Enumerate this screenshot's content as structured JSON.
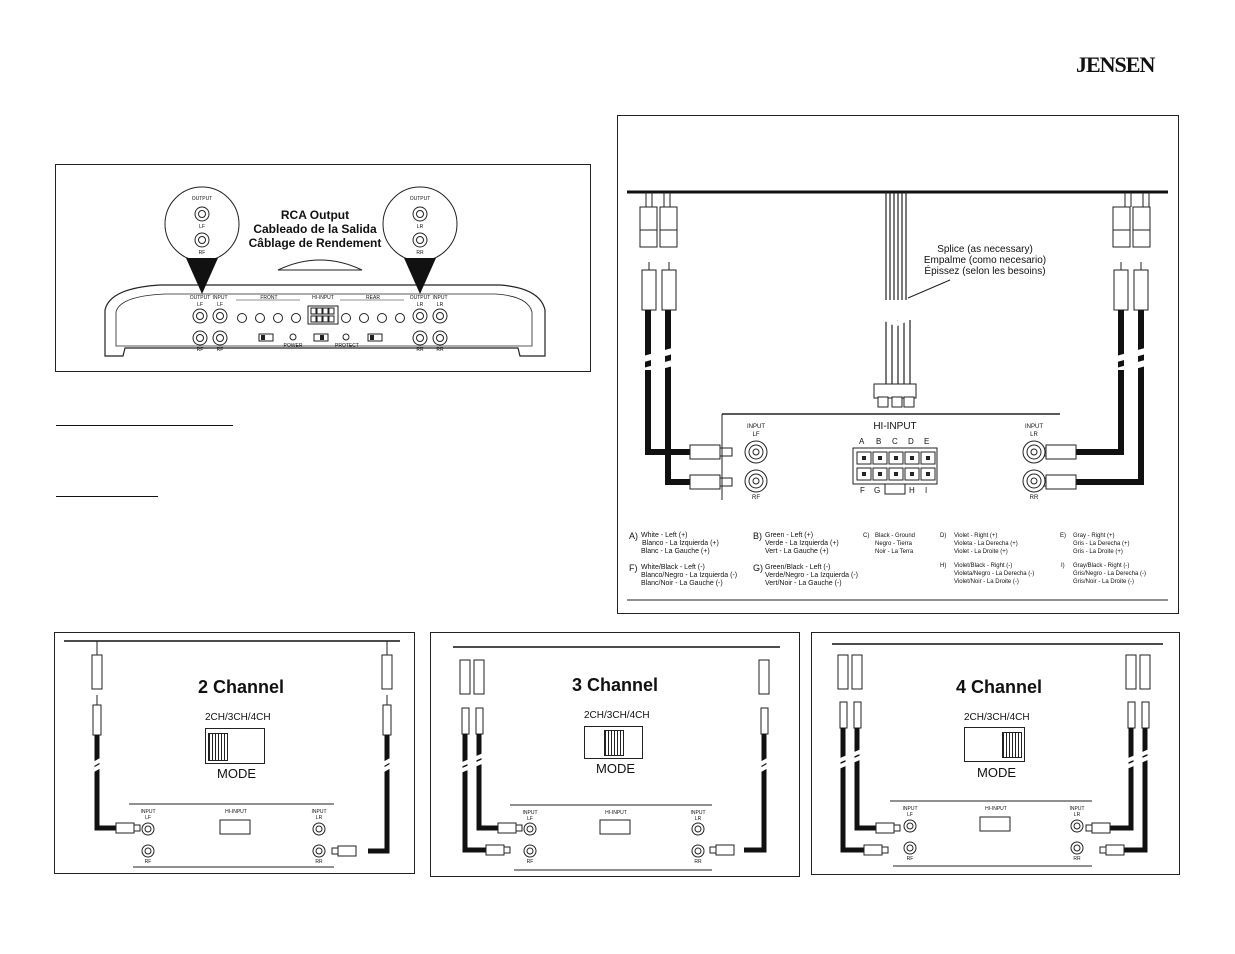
{
  "brand": "JENSEN",
  "rca_output": {
    "title_lines": [
      "RCA Output",
      "Cableado de la Salida",
      "Câblage de Rendement"
    ],
    "callout_left": {
      "output": "OUTPUT",
      "top": "LF",
      "bottom": "RF"
    },
    "callout_right": {
      "output": "OUTPUT",
      "top": "LR",
      "bottom": "RR"
    },
    "amp_labels": {
      "output": "OUTPUT",
      "input": "INPUT",
      "front": "FRONT",
      "rear": "REAR",
      "hi_input": "HI-INPUT",
      "power": "POWER",
      "protect": "PROTECT",
      "lf": "LF",
      "rf": "RF",
      "lr": "LR",
      "rr": "RR"
    }
  },
  "hi_input_diagram": {
    "splice_lines": [
      "Splice (as necessary)",
      "Empalme (como necesario)",
      "Épissez (selon les besoins)"
    ],
    "connector_title": "HI-INPUT",
    "top_letters": [
      "A",
      "B",
      "C",
      "D",
      "E"
    ],
    "bottom_letters": [
      "F",
      "G",
      "H",
      "I"
    ],
    "input_left": {
      "input": "INPUT",
      "top": "LF",
      "bottom": "RF"
    },
    "input_right": {
      "input": "INPUT",
      "top": "LR",
      "bottom": "RR"
    },
    "legend": [
      {
        "key": "A)",
        "lines": [
          "White - Left (+)",
          "Blanco - La Izquierda (+)",
          "Blanc - La Gauche (+)"
        ]
      },
      {
        "key": "B)",
        "lines": [
          "Green - Left (+)",
          "Verde - La Izquierda (+)",
          "Vert - La Gauche (+)"
        ]
      },
      {
        "key": "C)",
        "lines": [
          "Black - Ground",
          "Negro - Tierra",
          "Noir - La Terra"
        ]
      },
      {
        "key": "D)",
        "lines": [
          "Violet - Right (+)",
          "Violeta - La Derecha (+)",
          "Violet - La Droite (+)"
        ]
      },
      {
        "key": "E)",
        "lines": [
          "Gray - Right (+)",
          "Gris - La Derecha (+)",
          "Gris - La Droite (+)"
        ]
      },
      {
        "key": "F)",
        "lines": [
          "White/Black - Left (-)",
          "Blanco/Negro - La Izquierda (-)",
          "Blanc/Noir - La Gauche (-)"
        ]
      },
      {
        "key": "G)",
        "lines": [
          "Green/Black - Left (-)",
          "Verde/Negro - La Izquierda (-)",
          "Vert/Noir - La Gauche (-)"
        ]
      },
      {
        "key": "H)",
        "lines": [
          "Violet/Black - Right (-)",
          "Violeta/Negro - La Derecha (-)",
          "Violet/Noir - La Droite (-)"
        ]
      },
      {
        "key": "I)",
        "lines": [
          "Gray/Black - Right (-)",
          "Gris/Negro - La Derecha (-)",
          "Gris/Noir - La Droite (-)"
        ]
      }
    ]
  },
  "channel_panels": [
    {
      "title": "2 Channel",
      "switch_label": "2CH/3CH/4CH",
      "mode": "MODE",
      "position": "left"
    },
    {
      "title": "3 Channel",
      "switch_label": "2CH/3CH/4CH",
      "mode": "MODE",
      "position": "middle"
    },
    {
      "title": "4 Channel",
      "switch_label": "2CH/3CH/4CH",
      "mode": "MODE",
      "position": "right"
    }
  ],
  "mini_labels": {
    "input": "INPUT",
    "hi_input": "HI-INPUT",
    "lf": "LF",
    "rf": "RF",
    "lr": "LR",
    "rr": "RR"
  }
}
